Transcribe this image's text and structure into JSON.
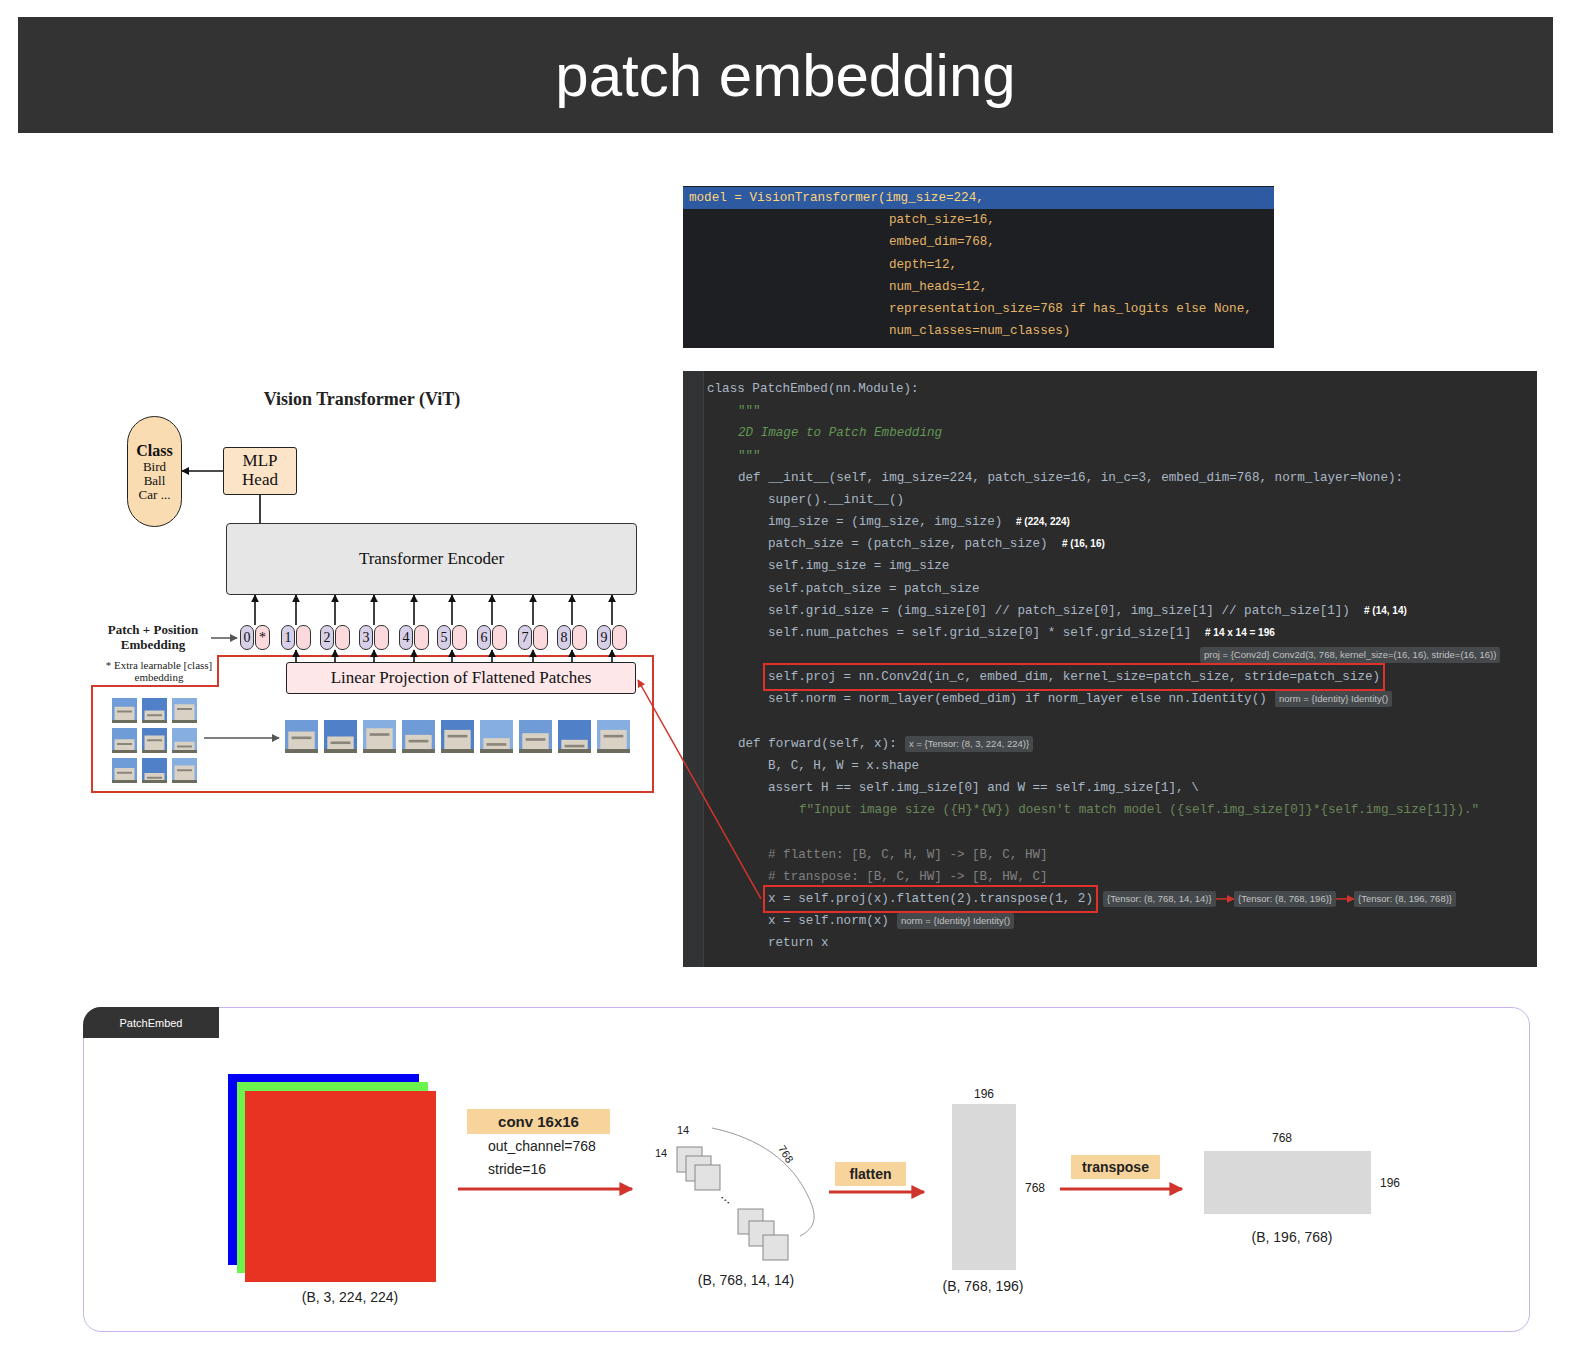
{
  "diagram": {
    "title": "patch embedding",
    "nodes": [
      {
        "text": [
          "model = VisionTransformer(img_size=224,",
          "patch_size=16,",
          "embed_dim=768,",
          "depth=12,",
          "num_heads=12,",
          "representation_size=768 if has_logits else None,",
          "num_classes=num_classes)"
        ]
      },
      {
        "text": [
          "class PatchEmbed(nn.Module):",
          "\"\"\"",
          "2D Image to Patch Embedding",
          "\"\"\"",
          "def __init__(self, img_size=224, patch_size=16, in_c=3, embed_dim=768, norm_layer=None):",
          "super().__init__()",
          "img_size = (img_size, img_size)",
          "patch_size = (patch_size, patch_size)",
          "self.img_size = img_size",
          "self.patch_size = patch_size",
          "self.grid_size = (img_size[0] // patch_size[0], img_size[1] // patch_size[1])",
          "self.num_patches = self.grid_size[0] * self.grid_size[1]",
          "self.proj = nn.Conv2d(in_c, embed_dim, kernel_size=patch_size, stride=patch_size)",
          "self.norm = norm_layer(embed_dim) if norm_layer else nn.Identity()",
          "def forward(self, x):",
          "B, C, H, W = x.shape",
          "assert H == self.img_size[0] and W == self.img_size[1], \\",
          "f\"Input image size ({H}*{W}) doesn't match model ({self.img_size[0]}*{self.img_size[1]}).\"",
          "# flatten: [B, C, H, W] -> [B, C, HW]",
          "# transpose: [B, C, HW] -> [B, HW, C]",
          "x = self.proj(x).flatten(2).transpose(1, 2)",
          "x = self.norm(x)",
          "return x"
        ]
      },
      {
        "text": [
          "proj = {Conv2d} Conv2d(3, 768, kernel_size=(16, 16), stride=(16, 16))"
        ],
        "in": 1
      },
      {
        "text": [
          "norm = {Identity} Identity()"
        ],
        "in": 1
      },
      {
        "text": [
          "x = {Tensor: (8, 3, 224, 224)}"
        ],
        "in": 1
      },
      {
        "text": [
          "{Tensor: (8, 768, 14, 14)}"
        ],
        "in": 1
      },
      {
        "text": [
          "{Tensor: (8, 768, 196)}"
        ],
        "in": 1
      },
      {
        "text": [
          "{Tensor: (8, 196, 768)}"
        ],
        "in": 1
      },
      {
        "text": [
          "norm = {Identity} Identity()"
        ],
        "in": 1
      },
      {
        "text": [
          "Class",
          "Bird Ball Car ..."
        ]
      },
      {
        "text": [
          "MLP Head"
        ]
      },
      {
        "text": [
          "Transformer Encoder"
        ]
      },
      {
        "text": [
          "0",
          "*"
        ]
      },
      {
        "text": [
          "1"
        ]
      },
      {
        "text": [
          "2"
        ]
      },
      {
        "text": [
          "3"
        ]
      },
      {
        "text": [
          "4"
        ]
      },
      {
        "text": [
          "5"
        ]
      },
      {
        "text": [
          "6"
        ]
      },
      {
        "text": [
          "7"
        ]
      },
      {
        "text": [
          "8"
        ]
      },
      {
        "text": [
          "9"
        ]
      },
      {
        "text": [
          "Linear Projection of Flattened Patches"
        ]
      },
      {
        "text": [
          "PatchEmbed"
        ]
      },
      {
        "text": [
          "conv 16x16"
        ],
        "in": 23
      },
      {
        "text": [
          "flatten"
        ],
        "in": 23
      },
      {
        "text": [
          "transpose"
        ],
        "in": 23
      }
    ],
    "edges": [
      {
        "from": 5,
        "to": 6,
        "arrow": "to"
      },
      {
        "from": 6,
        "to": 7,
        "arrow": "to"
      },
      {
        "from": 10,
        "to": 9,
        "arrow": "to"
      },
      {
        "from": 11,
        "to": 10,
        "arrow": "none"
      },
      {
        "from": 12,
        "to": 11,
        "arrow": "to"
      },
      {
        "from": 13,
        "to": 11,
        "arrow": "to"
      },
      {
        "from": 14,
        "to": 11,
        "arrow": "to"
      },
      {
        "from": 15,
        "to": 11,
        "arrow": "to"
      },
      {
        "from": 16,
        "to": 11,
        "arrow": "to"
      },
      {
        "from": 17,
        "to": 11,
        "arrow": "to"
      },
      {
        "from": 18,
        "to": 11,
        "arrow": "to"
      },
      {
        "from": 19,
        "to": 11,
        "arrow": "to"
      },
      {
        "from": 20,
        "to": 11,
        "arrow": "to"
      },
      {
        "from": 21,
        "to": 11,
        "arrow": "to"
      },
      {
        "from": 22,
        "to": 13,
        "arrow": "to"
      },
      {
        "from": 22,
        "to": 14,
        "arrow": "to"
      },
      {
        "from": 22,
        "to": 15,
        "arrow": "to"
      },
      {
        "from": 22,
        "to": 16,
        "arrow": "to"
      },
      {
        "from": 22,
        "to": 17,
        "arrow": "to"
      },
      {
        "from": 22,
        "to": 18,
        "arrow": "to"
      },
      {
        "from": 22,
        "to": 19,
        "arrow": "to"
      },
      {
        "from": 22,
        "to": 20,
        "arrow": "to"
      },
      {
        "from": 22,
        "to": 21,
        "arrow": "to"
      }
    ],
    "labels": [
      "Vision Transformer (ViT)",
      "Patch + Position Embedding",
      "* Extra learnable [class] embedding",
      "# (224, 224)",
      "# (16, 16)",
      "# (14, 14)",
      "# 14 x 14 = 196",
      "out_channel=768",
      "stride=16",
      "(B, 3, 224, 224)",
      "14",
      "14",
      "768",
      "...",
      "(B, 768, 14, 14)",
      "196",
      "768",
      "(B, 768, 196)",
      "768",
      "196",
      "(B, 196, 768)"
    ]
  }
}
